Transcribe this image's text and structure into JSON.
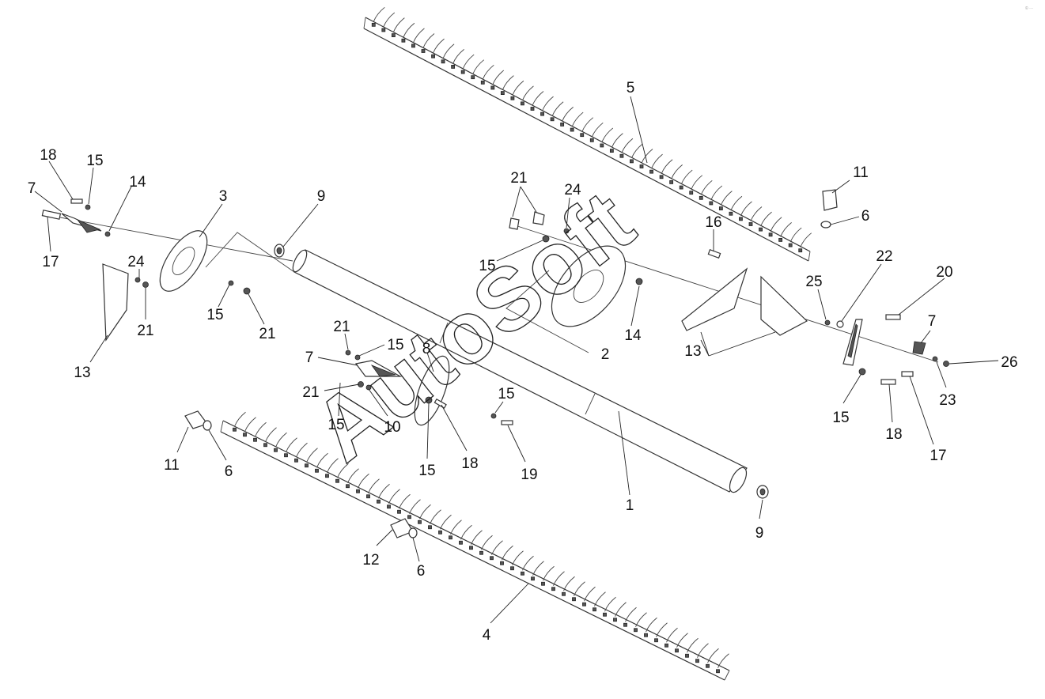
{
  "diagram": {
    "watermark": "AutoSoft",
    "corner_mark": "© ···"
  },
  "callouts": [
    {
      "label": "5"
    },
    {
      "label": "18"
    },
    {
      "label": "15"
    },
    {
      "label": "7"
    },
    {
      "label": "14"
    },
    {
      "label": "3"
    },
    {
      "label": "9"
    },
    {
      "label": "17"
    },
    {
      "label": "24"
    },
    {
      "label": "21"
    },
    {
      "label": "15"
    },
    {
      "label": "21"
    },
    {
      "label": "13"
    },
    {
      "label": "21"
    },
    {
      "label": "24"
    },
    {
      "label": "11"
    },
    {
      "label": "6"
    },
    {
      "label": "16"
    },
    {
      "label": "15"
    },
    {
      "label": "22"
    },
    {
      "label": "20"
    },
    {
      "label": "25"
    },
    {
      "label": "2"
    },
    {
      "label": "14"
    },
    {
      "label": "13"
    },
    {
      "label": "7"
    },
    {
      "label": "26"
    },
    {
      "label": "23"
    },
    {
      "label": "15"
    },
    {
      "label": "18"
    },
    {
      "label": "17"
    },
    {
      "label": "21"
    },
    {
      "label": "15"
    },
    {
      "label": "7"
    },
    {
      "label": "8"
    },
    {
      "label": "21"
    },
    {
      "label": "15"
    },
    {
      "label": "10"
    },
    {
      "label": "15"
    },
    {
      "label": "15"
    },
    {
      "label": "18"
    },
    {
      "label": "19"
    },
    {
      "label": "11"
    },
    {
      "label": "6"
    },
    {
      "label": "1"
    },
    {
      "label": "9"
    },
    {
      "label": "12"
    },
    {
      "label": "6"
    },
    {
      "label": "4"
    }
  ]
}
